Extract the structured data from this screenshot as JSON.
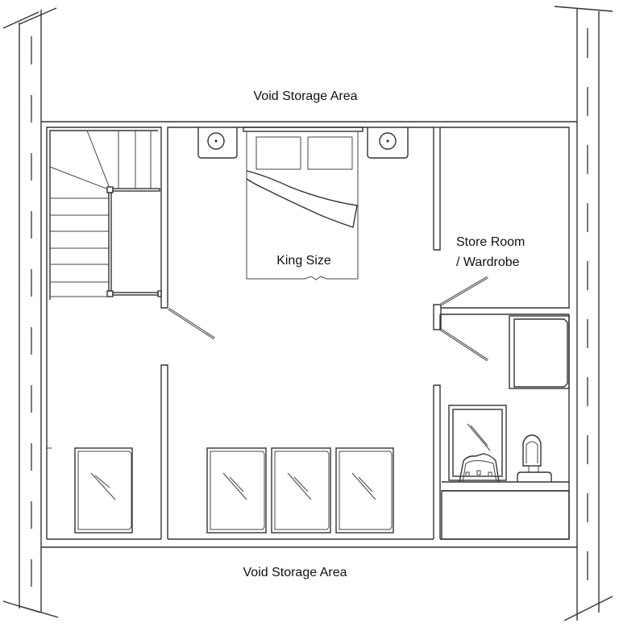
{
  "plan": {
    "labels": {
      "void_top": "Void Storage Area",
      "void_bottom": "Void Storage Area",
      "bed": "King Size",
      "store_line1": "Store Room",
      "store_line2": "/ Wardrobe"
    },
    "colors": {
      "line": "#333333",
      "background": "#ffffff",
      "text": "#111111"
    },
    "rooms": [
      "stairwell",
      "bedroom",
      "store-room-wardrobe",
      "ensuite",
      "void-storage-top",
      "void-storage-bottom"
    ],
    "fixtures": {
      "bed": "King Size",
      "nightstands": 2,
      "skylights": 5,
      "shower_tray": 1,
      "bath_or_sink_units": 2
    }
  }
}
